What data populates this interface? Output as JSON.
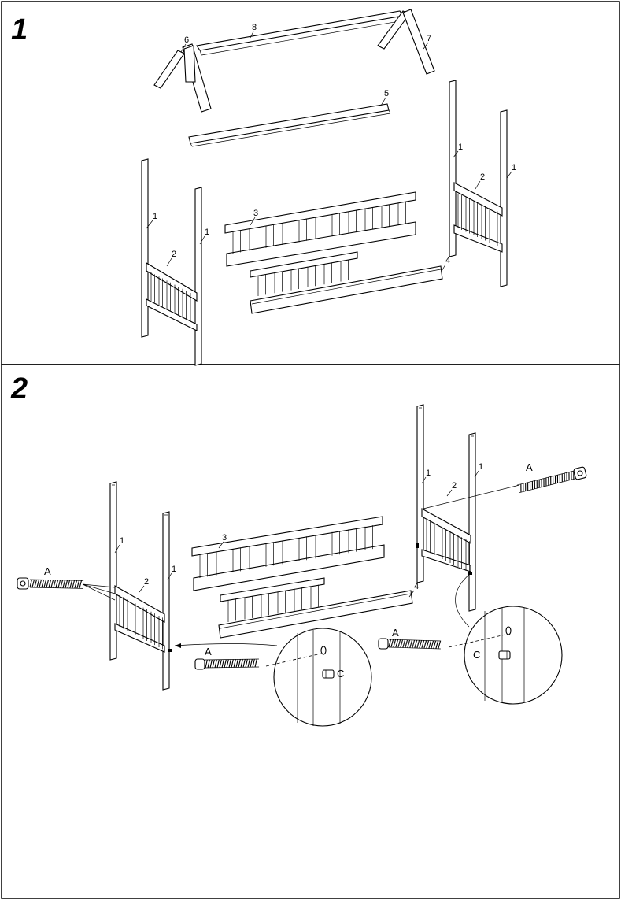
{
  "steps": [
    {
      "number": "1"
    },
    {
      "number": "2"
    }
  ],
  "step1": {
    "part_labels": {
      "post": "1",
      "end_panel": "2",
      "slat_rail": "3",
      "side_rail": "4",
      "ridge_lower": "5",
      "roof_left": "6",
      "roof_right": "7",
      "ridge_top": "8"
    }
  },
  "step2": {
    "part_labels": {
      "post": "1",
      "end_panel": "2",
      "slat_rail": "3",
      "side_rail": "4"
    },
    "hardware_labels": {
      "bolt": "A",
      "barrel_nut": "C"
    }
  }
}
